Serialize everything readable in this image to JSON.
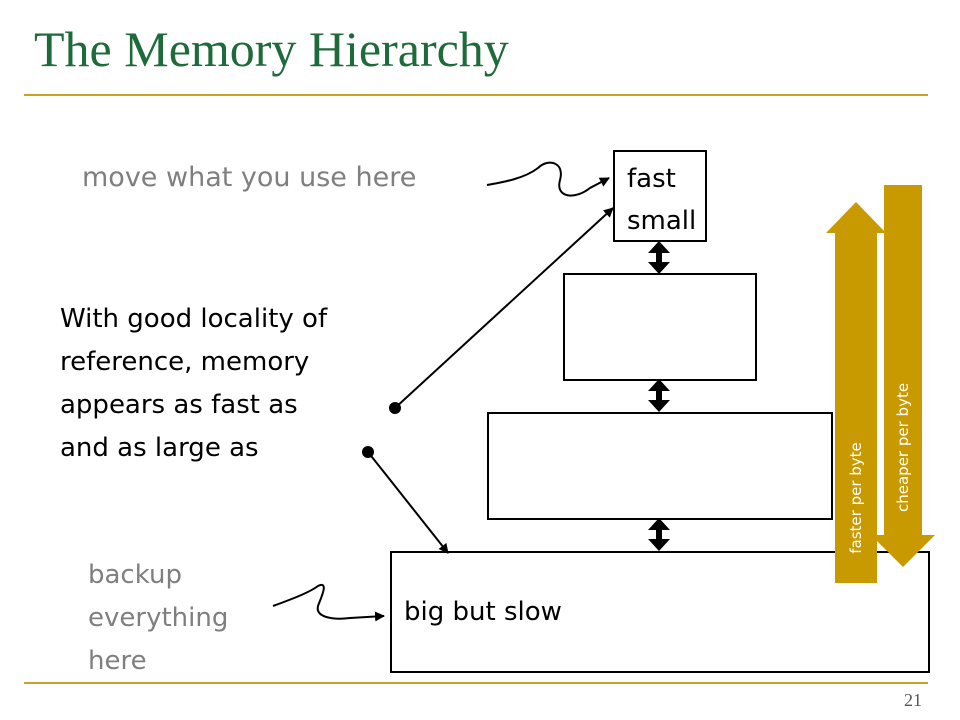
{
  "slide": {
    "title": "The Memory Hierarchy",
    "page_number": "21"
  },
  "pyramid": {
    "top_level": [
      "fast",
      "small"
    ],
    "bottom_level": "big but slow"
  },
  "annotations": {
    "move": "move what you use here",
    "locality_lines": [
      "With good locality of",
      "reference, memory",
      "appears as fast as",
      "and as large as"
    ],
    "backup_lines": [
      "backup",
      "everything",
      "here"
    ]
  },
  "side_arrows": {
    "up": "faster per byte",
    "down": "cheaper per byte"
  },
  "colors": {
    "title": "#1f6a3a",
    "rule": "#c9a227",
    "arrow_fill": "#c99a00",
    "gray_text": "#7f7f7f"
  }
}
